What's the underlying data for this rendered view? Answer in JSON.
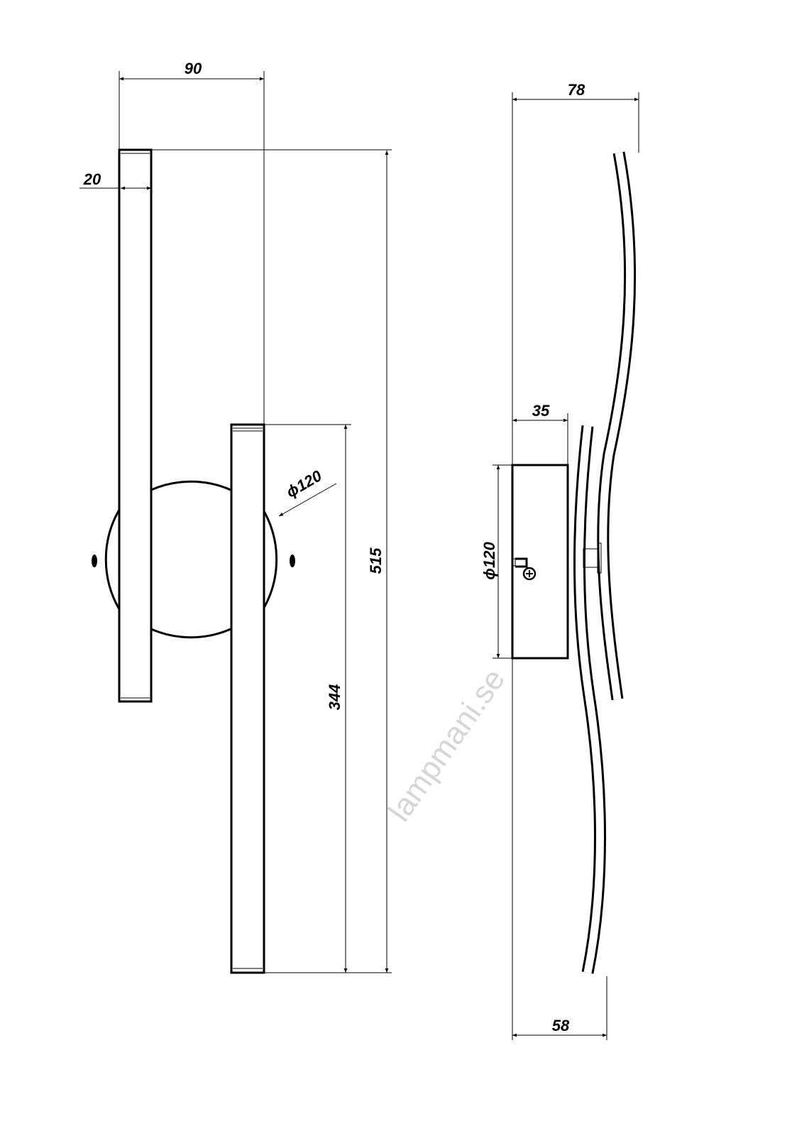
{
  "drawing": {
    "front_view": {
      "width_label": "90",
      "bar_width_label": "20",
      "total_height_label": "515",
      "lower_bar_height_label": "344",
      "base_diameter_label": "ϕ120"
    },
    "side_view": {
      "depth_label": "78",
      "base_depth_label": "35",
      "base_diameter_label": "ϕ120",
      "bottom_depth_label": "58"
    },
    "watermark": "lampmani.se",
    "colors": {
      "line": "#000000",
      "watermark": "#d6d6d6",
      "background": "#ffffff"
    }
  }
}
